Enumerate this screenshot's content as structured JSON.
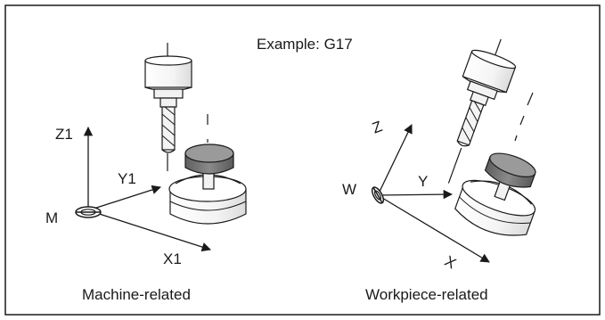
{
  "title": "Example: G17",
  "left": {
    "axes": {
      "z": "Z1",
      "y": "Y1",
      "x": "X1",
      "origin": "M"
    },
    "caption": "Machine-related"
  },
  "right": {
    "axes": {
      "z": "Z",
      "y": "Y",
      "x": "X",
      "origin": "W"
    },
    "caption": "Workpiece-related"
  },
  "colors": {
    "frame": "#1a1a1a",
    "tool_body": "#ffffff",
    "workpiece_top": "#8c8c8c",
    "workpiece_side": "#6e6e6e"
  }
}
